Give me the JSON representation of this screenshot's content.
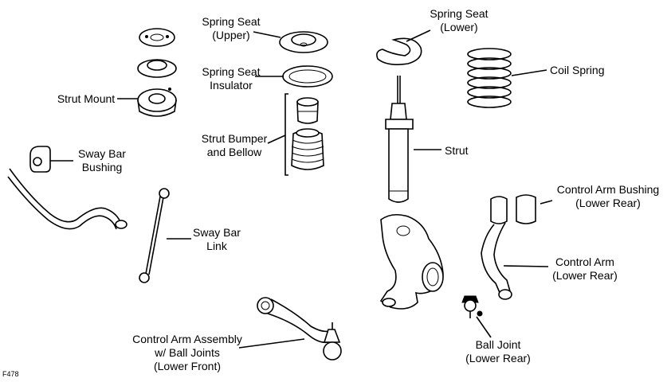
{
  "figure_id": "F478",
  "labels": {
    "spring_seat_upper": "Spring Seat\n(Upper)",
    "spring_seat_insulator": "Spring Seat\nInsulator",
    "strut_mount": "Strut Mount",
    "strut_bumper": "Strut Bumper\nand Bellow",
    "sway_bar_bushing": "Sway Bar\nBushing",
    "sway_bar_link": "Sway Bar\nLink",
    "control_arm_assembly": "Control Arm Assembly\nw/ Ball Joints\n(Lower Front)",
    "spring_seat_lower": "Spring Seat\n(Lower)",
    "coil_spring": "Coil Spring",
    "strut": "Strut",
    "control_arm_bushing": "Control Arm Bushing\n(Lower Rear)",
    "control_arm": "Control Arm\n(Lower Rear)",
    "ball_joint": "Ball Joint\n(Lower Rear)"
  }
}
